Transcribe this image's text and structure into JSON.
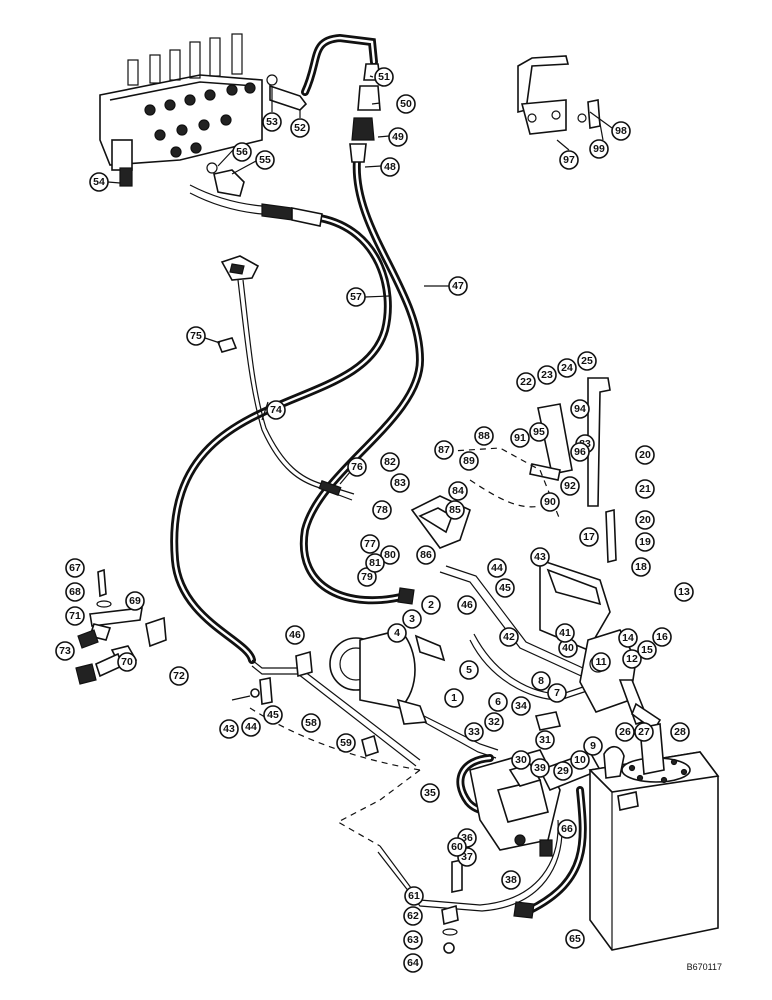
{
  "drawing_code": "B670117",
  "callouts": [
    "1",
    "3",
    "2",
    "4",
    "5",
    "6",
    "7",
    "8",
    "9",
    "10",
    "11",
    "12",
    "13",
    "14",
    "15",
    "16",
    "17",
    "18",
    "19",
    "20",
    "20",
    "21",
    "22",
    "23",
    "24",
    "25",
    "26",
    "27",
    "28",
    "29",
    "30",
    "31",
    "32",
    "33",
    "34",
    "35",
    "36",
    "37",
    "38",
    "39",
    "40",
    "41",
    "42",
    "43",
    "43",
    "44",
    "44",
    "45",
    "45",
    "46",
    "46",
    "47",
    "48",
    "49",
    "50",
    "51",
    "52",
    "53",
    "54",
    "55",
    "56",
    "57",
    "58",
    "59",
    "60",
    "61",
    "62",
    "63",
    "64",
    "65",
    "66",
    "67",
    "68",
    "69",
    "70",
    "71",
    "72",
    "73",
    "74",
    "75",
    "76",
    "77",
    "78",
    "79",
    "80",
    "81",
    "82",
    "83",
    "83",
    "84",
    "85",
    "86",
    "87",
    "88",
    "89",
    "90",
    "91",
    "92",
    "94",
    "95",
    "96",
    "97",
    "98",
    "99"
  ]
}
